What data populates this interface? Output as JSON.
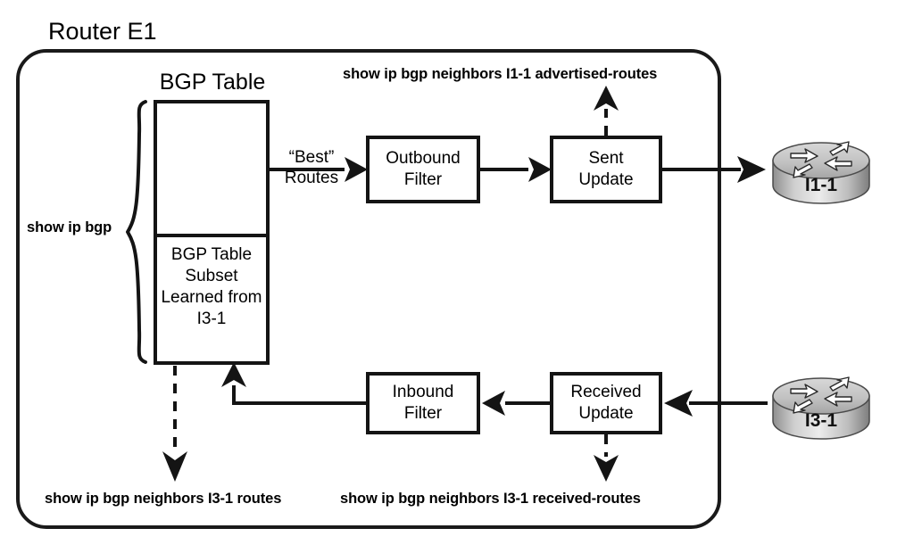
{
  "diagram": {
    "title": "Router E1",
    "bgp_table": {
      "caption": "BGP Table",
      "subset_lines": [
        "BGP Table",
        "Subset",
        "Learned from",
        "I3-1"
      ]
    },
    "boxes": {
      "outbound_filter": [
        "Outbound",
        "Filter"
      ],
      "sent_update": [
        "Sent",
        "Update"
      ],
      "inbound_filter": [
        "Inbound",
        "Filter"
      ],
      "received_update": [
        "Received",
        "Update"
      ]
    },
    "annotations": {
      "best_routes_line1": "“Best”",
      "best_routes_line2": "Routes"
    },
    "commands": {
      "show_ip_bgp": "show ip bgp",
      "advertised_routes": "show ip bgp neighbors I1-1 advertised-routes",
      "neighbor_routes": "show ip bgp neighbors I3-1 routes",
      "received_routes": "show ip bgp neighbors I3-1 received-routes"
    },
    "routers": [
      {
        "name": "I1-1"
      },
      {
        "name": "I3-1"
      }
    ],
    "colors": {
      "line": "#141414",
      "text": "#000000",
      "background": "#ffffff",
      "router_body_light": "#e8e8e8",
      "router_body_dark": "#8d8d8d"
    }
  }
}
